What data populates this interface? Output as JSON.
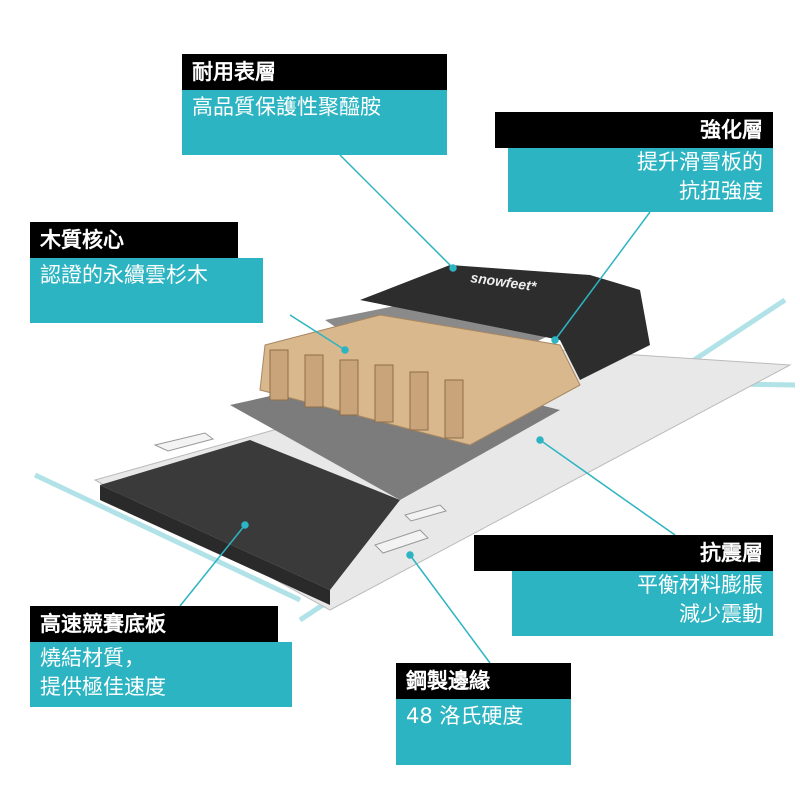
{
  "brand": "snowfeet*",
  "colors": {
    "accent": "#2db4c2",
    "header": "#000000"
  },
  "callouts": {
    "top_layer": {
      "title": "耐用表層",
      "lines": [
        "高品質保護性聚醯胺"
      ]
    },
    "reinforcement": {
      "title": "強化層",
      "lines": [
        "提升滑雪板的",
        "抗扭強度"
      ]
    },
    "wood_core": {
      "title": "木質核心",
      "lines": [
        "認證的永續雲杉木"
      ]
    },
    "damping": {
      "title": "抗震層",
      "lines": [
        "平衡材料膨脹",
        "減少震動"
      ]
    },
    "base": {
      "title": "高速競賽底板",
      "lines": [
        "燒結材質，",
        "提供極佳速度"
      ]
    },
    "edges": {
      "title": "鋼製邊緣",
      "lines": [
        "48 洛氏硬度"
      ]
    }
  }
}
